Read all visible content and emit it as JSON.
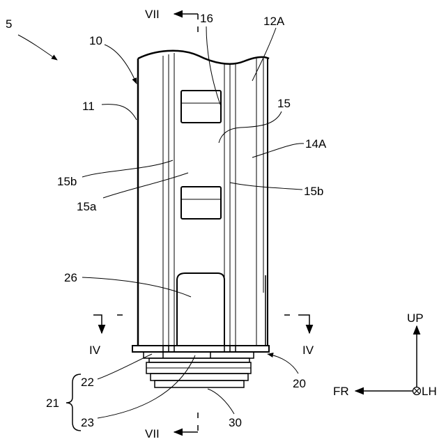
{
  "figure": {
    "labels": {
      "ref_5": "5",
      "ref_10": "10",
      "ref_11": "11",
      "ref_12A": "12A",
      "ref_14A": "14A",
      "ref_15": "15",
      "ref_15a": "15a",
      "ref_15b_left": "15b",
      "ref_15b_right": "15b",
      "ref_16": "16",
      "ref_20": "20",
      "ref_21": "21",
      "ref_22": "22",
      "ref_23": "23",
      "ref_26": "26",
      "ref_30": "30"
    },
    "section_marks": {
      "vii_top": "VII",
      "vii_bottom": "VII",
      "iv_left": "IV",
      "iv_right": "IV"
    },
    "direction_labels": {
      "up": "UP",
      "front": "FR",
      "left_hand": "LH"
    }
  }
}
